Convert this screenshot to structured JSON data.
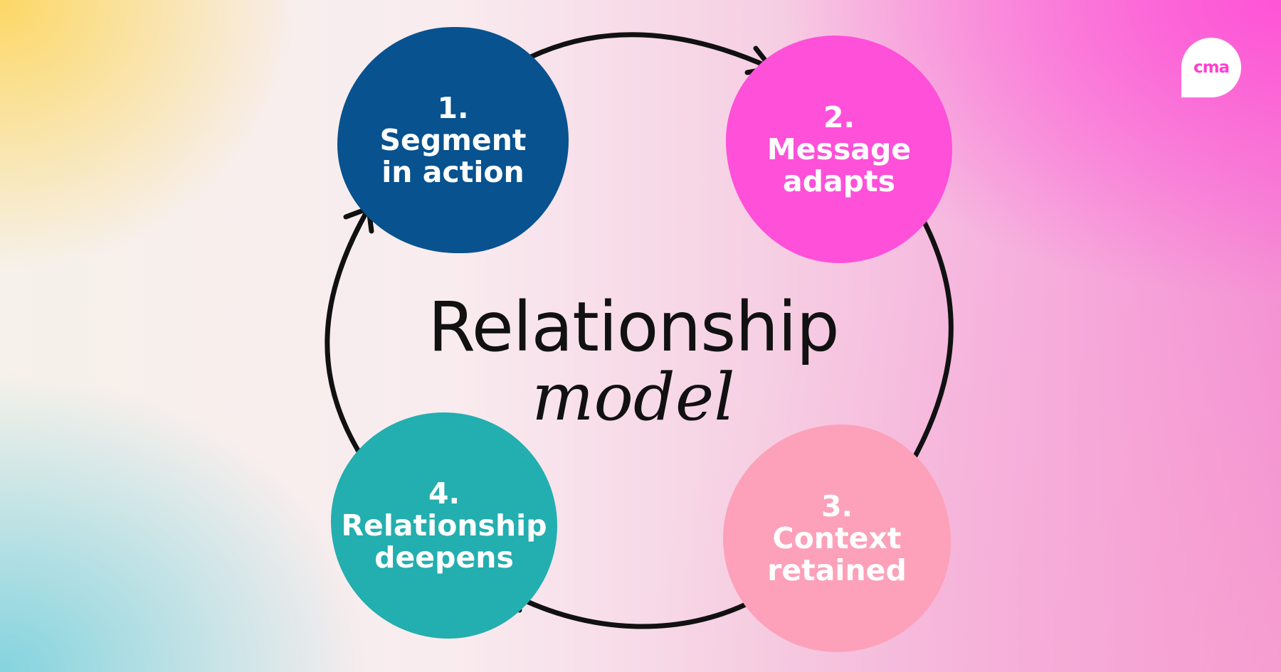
{
  "diagram": {
    "title": "Relationship",
    "subtitle": "model",
    "steps": [
      {
        "number": "1.",
        "label_line1": "Segment",
        "label_line2": "in action",
        "color": "#07528f"
      },
      {
        "number": "2.",
        "label_line1": "Message",
        "label_line2": "adapts",
        "color": "#ff50d9"
      },
      {
        "number": "3.",
        "label_line1": "Context",
        "label_line2": "retained",
        "color": "#fca1b9"
      },
      {
        "number": "4.",
        "label_line1": "Relationship",
        "label_line2": "deepens",
        "color": "#23aeaf"
      }
    ],
    "arrow_color": "#111111"
  },
  "logo": {
    "text": "cma",
    "color": "#ff3fce"
  }
}
